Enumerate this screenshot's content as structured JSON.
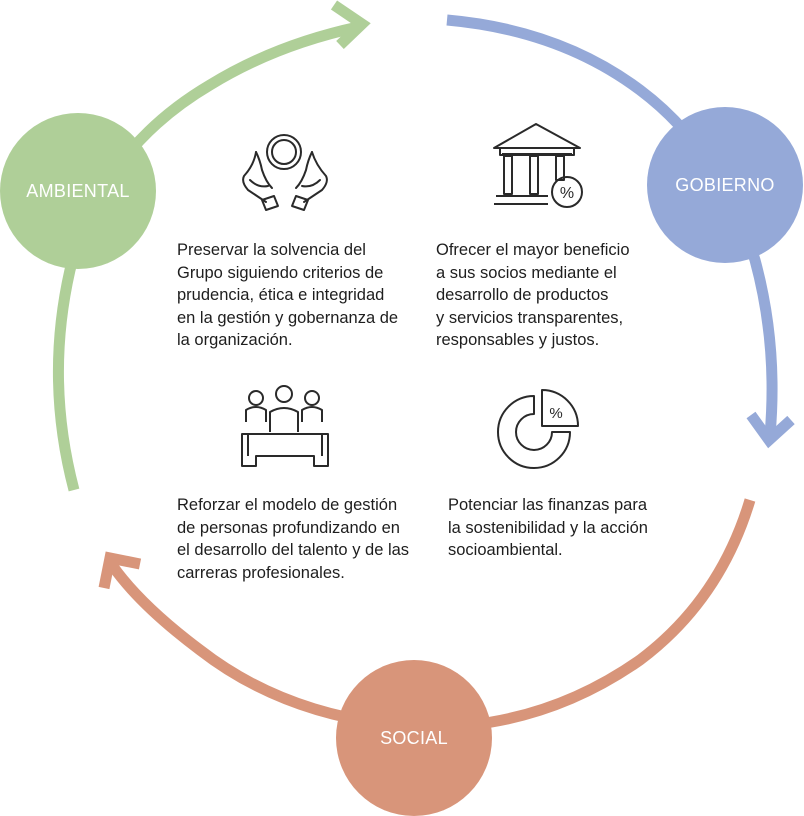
{
  "colors": {
    "ambiental": "#afcf98",
    "gobierno": "#95a9d8",
    "social": "#d8957a",
    "text": "#1e1e1e",
    "icon_stroke": "#2a2a2a"
  },
  "nodes": {
    "ambiental": {
      "label": "AMBIENTAL"
    },
    "gobierno": {
      "label": "GOBIERNO"
    },
    "social": {
      "label": "SOCIAL"
    }
  },
  "items": [
    {
      "id": "solvencia",
      "icon": "hands-coin-icon",
      "lines": [
        "Preservar la solvencia del",
        "Grupo siguiendo criterios de",
        "prudencia, ética e integridad",
        "en la gestión y gobernanza de",
        "la organización."
      ]
    },
    {
      "id": "beneficio",
      "icon": "bank-percent-icon",
      "lines": [
        "Ofrecer el mayor beneficio",
        "a sus socios mediante el",
        "desarrollo de productos",
        "y servicios transparentes,",
        "responsables y justos."
      ]
    },
    {
      "id": "personas",
      "icon": "people-meeting-icon",
      "lines": [
        "Reforzar el modelo de gestión",
        "de personas profundizando en",
        "el desarrollo del talento y de las",
        "carreras profesionales."
      ]
    },
    {
      "id": "finanzas",
      "icon": "pie-percent-icon",
      "lines": [
        "Potenciar las finanzas para",
        "la sostenibilidad y la acción",
        "socioambiental."
      ]
    }
  ]
}
